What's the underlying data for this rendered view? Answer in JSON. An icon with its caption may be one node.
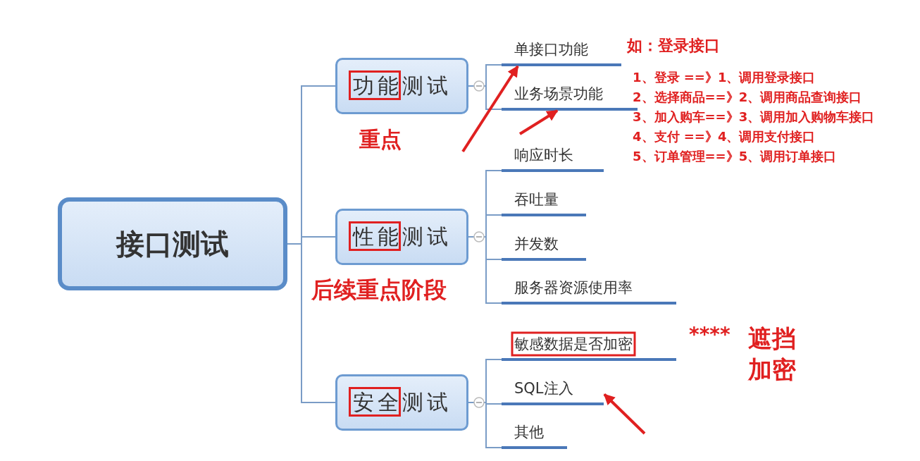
{
  "diagram": {
    "nodes": [
      {
        "text": [
          "接口测试"
        ]
      },
      {
        "text": [
          "功能测试"
        ]
      },
      {
        "text": [
          "单接口功能"
        ]
      },
      {
        "text": [
          "业务场景功能"
        ]
      },
      {
        "text": [
          "性能测试"
        ]
      },
      {
        "text": [
          "响应时长"
        ]
      },
      {
        "text": [
          "吞吐量"
        ]
      },
      {
        "text": [
          "并发数"
        ]
      },
      {
        "text": [
          "服务器资源使用率"
        ]
      },
      {
        "text": [
          "安全测试"
        ]
      },
      {
        "text": [
          "敏感数据是否加密"
        ]
      },
      {
        "text": [
          "SQL注入"
        ]
      },
      {
        "text": [
          "其他"
        ]
      }
    ],
    "edges": [
      {
        "from": 0,
        "to": 1,
        "arrow": "none"
      },
      {
        "from": 0,
        "to": 4,
        "arrow": "none"
      },
      {
        "from": 0,
        "to": 9,
        "arrow": "none"
      },
      {
        "from": 1,
        "to": 2,
        "arrow": "none"
      },
      {
        "from": 1,
        "to": 3,
        "arrow": "none"
      },
      {
        "from": 4,
        "to": 5,
        "arrow": "none"
      },
      {
        "from": 4,
        "to": 6,
        "arrow": "none"
      },
      {
        "from": 4,
        "to": 7,
        "arrow": "none"
      },
      {
        "from": 4,
        "to": 8,
        "arrow": "none"
      },
      {
        "from": 9,
        "to": 10,
        "arrow": "none"
      },
      {
        "from": 9,
        "to": 11,
        "arrow": "none"
      },
      {
        "from": 9,
        "to": 12,
        "arrow": "none"
      },
      {
        "from": null,
        "to": 2,
        "arrow": "to",
        "style": "thick",
        "color": "#e02020"
      },
      {
        "from": null,
        "to": 3,
        "arrow": "to",
        "style": "thick",
        "color": "#e02020"
      },
      {
        "from": null,
        "to": 11,
        "arrow": "to",
        "style": "thick",
        "color": "#e02020"
      }
    ],
    "labels": [
      "如：登录接口",
      "1、登录 ==》1、调用登录接口",
      "2、选择商品==》2、调用商品查询接口",
      "3、加入购车==》3、调用加入购物车接口",
      "4、支付 ==》4、调用支付接口",
      "5、订单管理==》5、调用订单接口",
      "重点",
      "后续重点阶段",
      "****",
      "遮挡加密"
    ]
  }
}
